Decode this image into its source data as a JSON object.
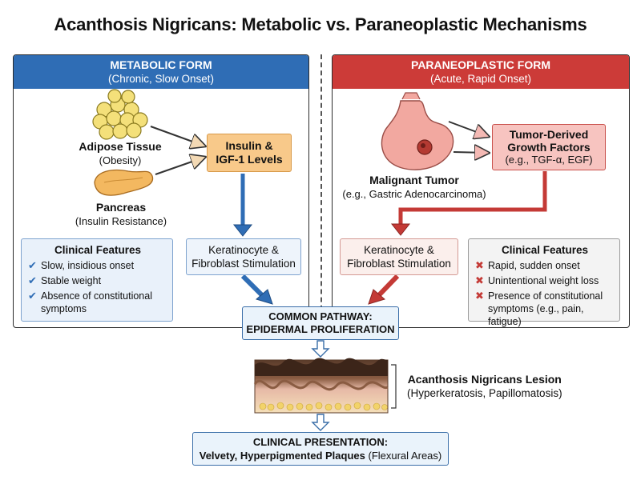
{
  "title": "Acanthosis Nigricans: Metabolic vs. Paraneoplastic Mechanisms",
  "metabolic": {
    "header": "METABOLIC FORM",
    "subheader": "(Chronic, Slow Onset)",
    "adipose_title": "Adipose Tissue",
    "adipose_sub": "(Obesity)",
    "pancreas_title": "Pancreas",
    "pancreas_sub": "(Insulin Resistance)",
    "insulin_line1": "Insulin &",
    "insulin_line2": "IGF-1 Levels",
    "kera_line1": "Keratinocyte &",
    "kera_line2": "Fibroblast Stimulation",
    "features_title": "Clinical Features",
    "features": [
      "Slow, insidious onset",
      "Stable weight",
      "Absence of constitutional symptoms"
    ],
    "accent": "#2f6db5"
  },
  "paraneoplastic": {
    "header": "PARANEOPLASTIC FORM",
    "subheader": "(Acute, Rapid Onset)",
    "tumor_title": "Malignant Tumor",
    "tumor_sub": "(e.g., Gastric Adenocarcinoma)",
    "gf_line1": "Tumor-Derived",
    "gf_line2": "Growth Factors",
    "gf_line3": "(e.g., TGF-α, EGF)",
    "kera_line1": "Keratinocyte &",
    "kera_line2": "Fibroblast Stimulation",
    "features_title": "Clinical Features",
    "features": [
      "Rapid, sudden onset",
      "Unintentional weight loss",
      "Presence of constitutional symptoms (e.g., pain, fatigue)"
    ],
    "accent": "#cc3b38"
  },
  "common": {
    "line1": "COMMON PATHWAY:",
    "line2": "EPIDERMAL PROLIFERATION"
  },
  "lesion": {
    "title": "Acanthosis Nigricans Lesion",
    "sub": "(Hyperkeratosis, Papillomatosis)"
  },
  "presentation": {
    "line1": "CLINICAL PRESENTATION:",
    "line2_bold": "Velvety, Hyperpigmented Plaques",
    "line2_rest": " (Flexural Areas)"
  },
  "icons": {
    "check": "check-icon",
    "cross": "cross-icon"
  }
}
